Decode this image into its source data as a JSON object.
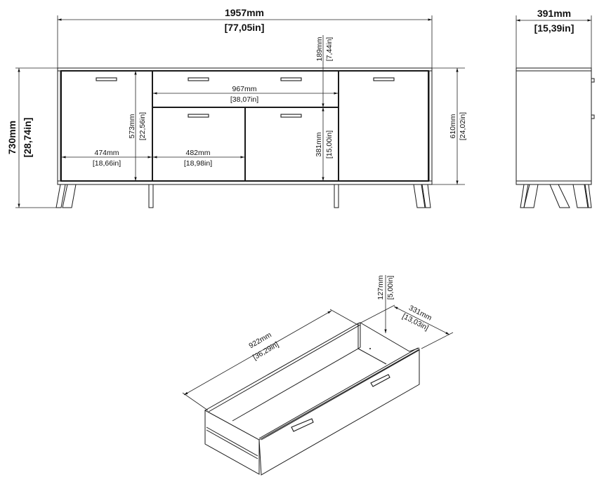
{
  "front_view": {
    "overall_width": {
      "mm": "1957mm",
      "in": "[77,05in]"
    },
    "overall_height": {
      "mm": "730mm",
      "in": "[28,74in]"
    },
    "body_height": {
      "mm": "610mm",
      "in": "[24,02in]"
    },
    "top_drawer_height": {
      "mm": "189mm",
      "in": "[7,44in]"
    },
    "drawer_section_width": {
      "mm": "967mm",
      "in": "[38,07in]"
    },
    "door_height": {
      "mm": "573mm",
      "in": "[22,56in]"
    },
    "left_door_width": {
      "mm": "474mm",
      "in": "[18,66in]"
    },
    "center_door_width": {
      "mm": "482mm",
      "in": "[18,98in]"
    },
    "lower_door_height": {
      "mm": "381mm",
      "in": "[15,00in]"
    }
  },
  "side_view": {
    "depth": {
      "mm": "391mm",
      "in": "[15,39in]"
    }
  },
  "drawer_view": {
    "length": {
      "mm": "922mm",
      "in": "[36,29in]"
    },
    "depth": {
      "mm": "331mm",
      "in": "[13,03in]"
    },
    "height": {
      "mm": "127mm",
      "in": "[5,00in]"
    }
  },
  "colors": {
    "line": "#1a1a1a",
    "background": "#ffffff"
  }
}
